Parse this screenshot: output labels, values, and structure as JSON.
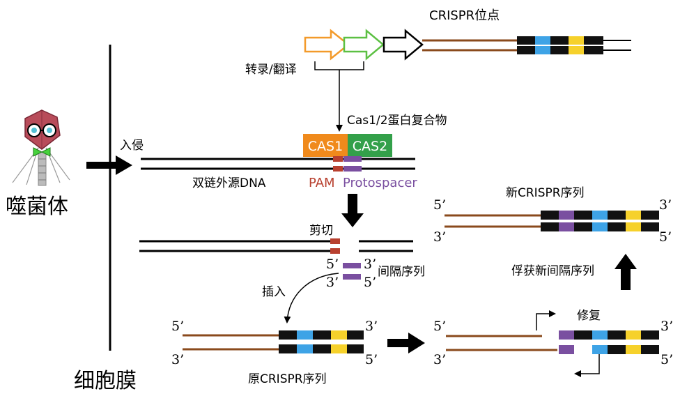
{
  "labels": {
    "crispr_locus": "CRISPR位点",
    "transcription": "转录/翻译",
    "cas_complex": "Cas1/2蛋白复合物",
    "invade": "入侵",
    "bacteriophage": "噬菌体",
    "cas1": "CAS1",
    "cas2": "CAS2",
    "foreign_dna": "双链外源DNA",
    "pam": "PAM",
    "protospacer": "Protospacer",
    "cut": "剪切",
    "spacer_sequence": "间隔序列",
    "insert": "插入",
    "original_crispr": "原CRISPR序列",
    "repair": "修复",
    "acquire_spacer": "俘获新间隔序列",
    "new_crispr": "新CRISPR序列",
    "cell_membrane": "细胞膜"
  },
  "ends": {
    "five_prime": "5’",
    "three_prime": "3’"
  },
  "colors": {
    "gene_orange": "#f39a2a",
    "gene_green": "#5cc043",
    "leader_brown": "#8a4a1c",
    "repeat_black": "#111111",
    "spacer_blue": "#3ea3e6",
    "spacer_yellow": "#f6d12b",
    "spacer_purple": "#7a4fa0",
    "pam_red": "#b8402f",
    "cas1_fill": "#f08a1c",
    "cas2_fill": "#33a04a",
    "phage_head": "#b84c5a",
    "phage_bowtie": "#46d23c"
  }
}
